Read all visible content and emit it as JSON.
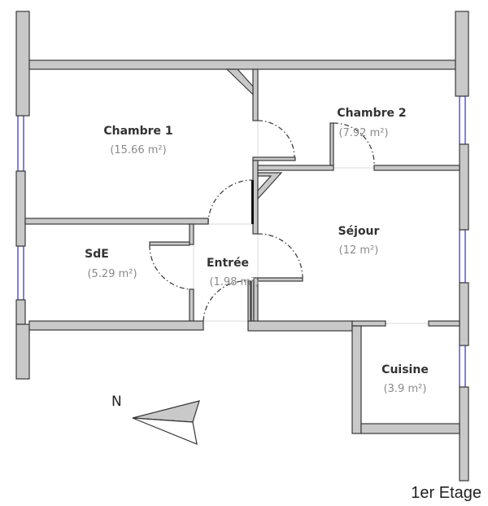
{
  "plan": {
    "floor_label": "1er Etage",
    "north_label": "N",
    "colors": {
      "wall_fill": "#c9c9c9",
      "wall_stroke": "#3a3a3a",
      "window": "#2b2bd0"
    },
    "rooms": [
      {
        "name": "Chambre 1",
        "area": "(15.66 m²)"
      },
      {
        "name": "Chambre 2",
        "area": "(7.92 m²)"
      },
      {
        "name": "Séjour",
        "area": "(12 m²)"
      },
      {
        "name": "SdE",
        "area": "(5.29 m²)"
      },
      {
        "name": "Entrée",
        "area": "(1.98 m²)"
      },
      {
        "name": "Cuisine",
        "area": "(3.9 m²)"
      }
    ]
  }
}
